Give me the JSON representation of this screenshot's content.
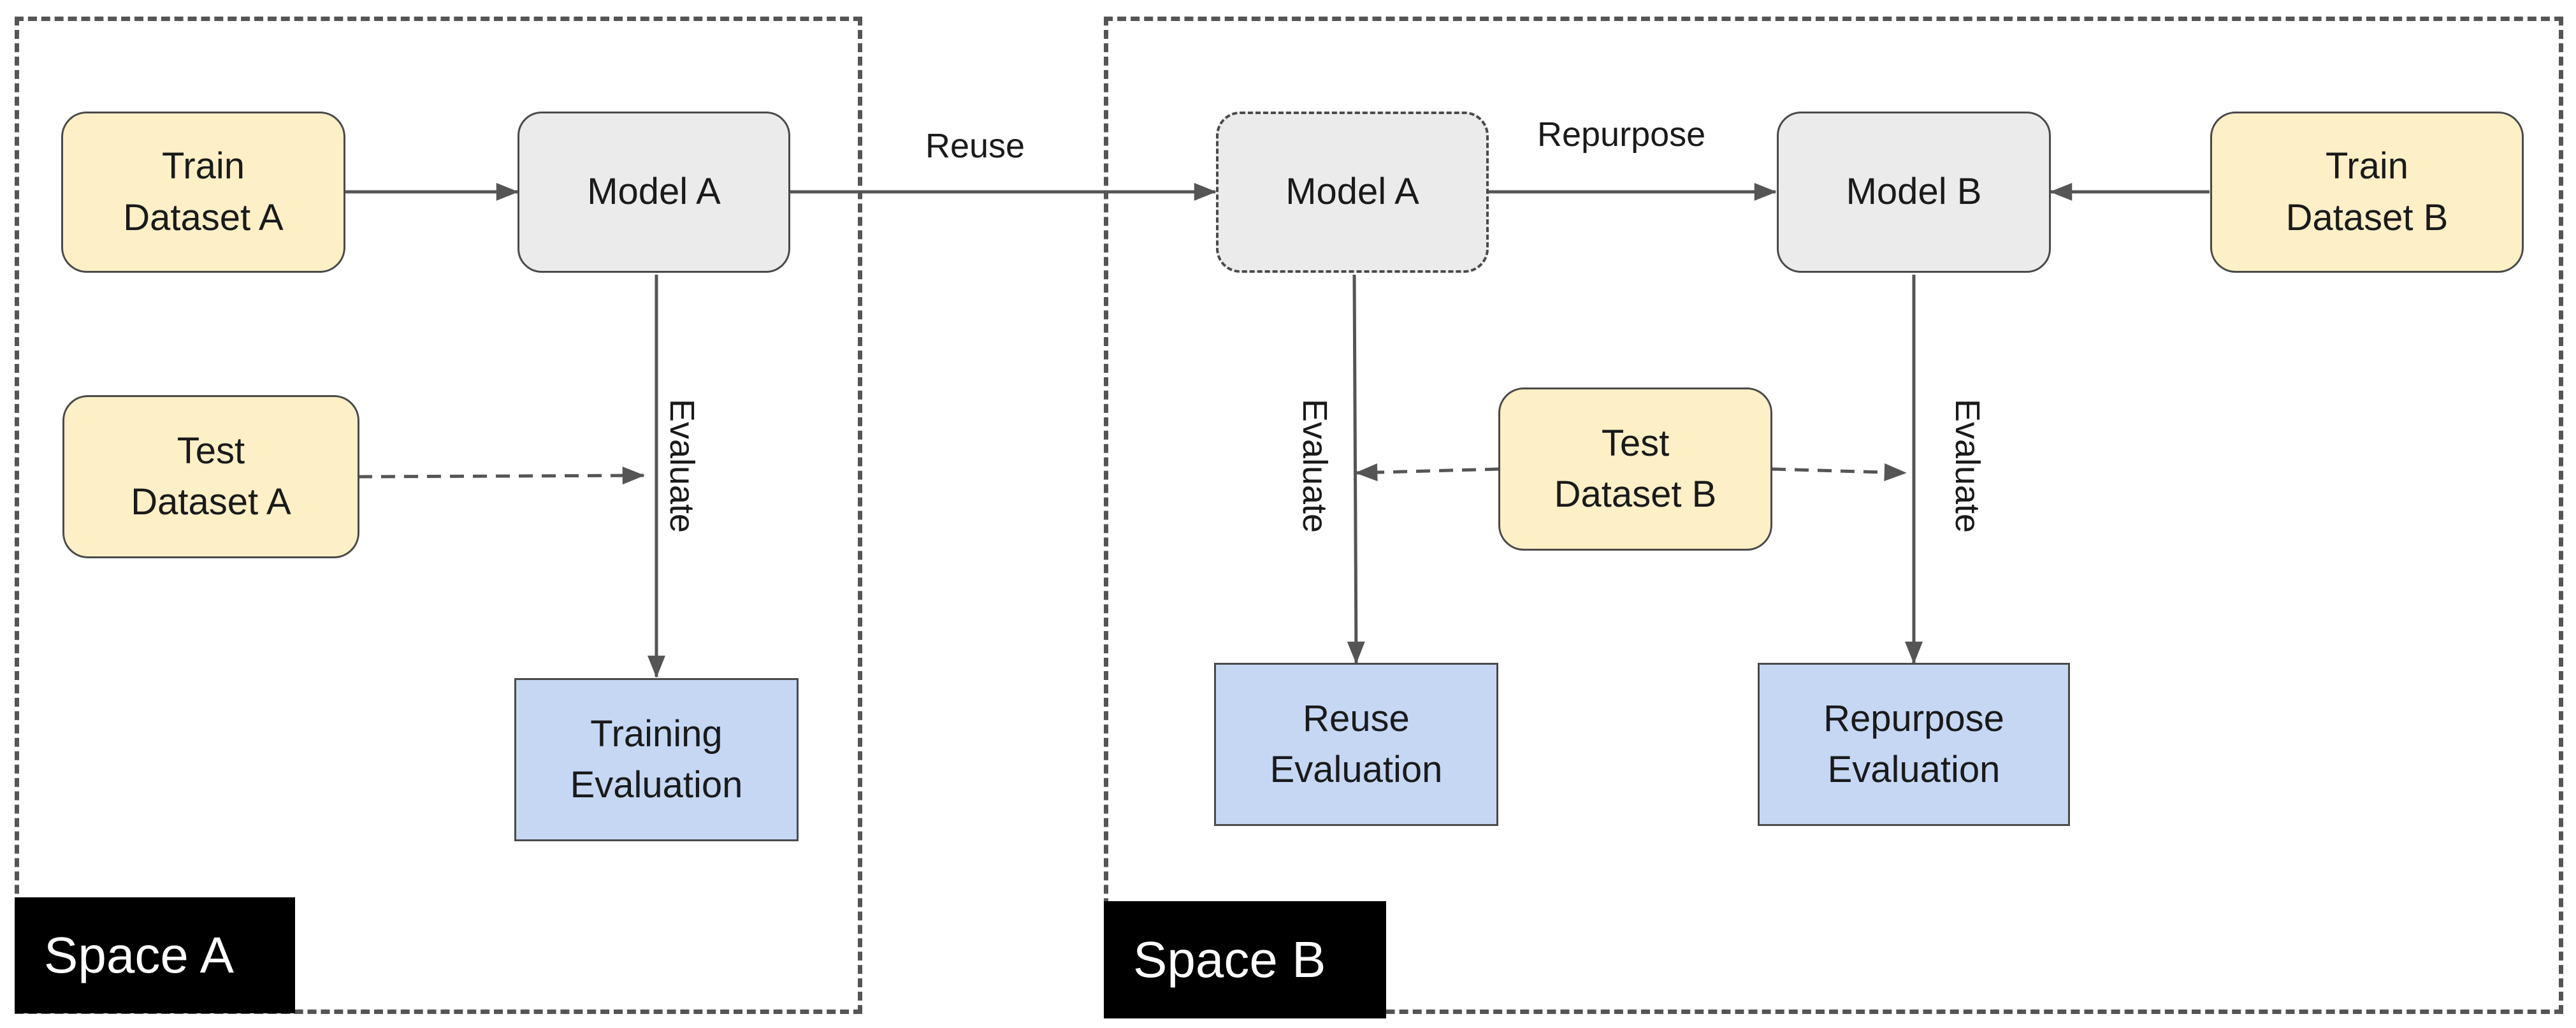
{
  "spaces": {
    "a": {
      "label": "Space A"
    },
    "b": {
      "label": "Space B"
    }
  },
  "nodes": {
    "train_a": "Train\nDataset A",
    "model_a": "Model A",
    "test_a": "Test\nDataset A",
    "training_eval": "Training\nEvaluation",
    "model_a_reused": "Model A",
    "model_b": "Model B",
    "train_b": "Train\nDataset B",
    "test_b": "Test\nDataset B",
    "reuse_eval": "Reuse\nEvaluation",
    "repurpose_eval": "Repurpose\nEvaluation"
  },
  "edge_labels": {
    "reuse": "Reuse",
    "repurpose": "Repurpose",
    "evaluate_a": "Evaluate",
    "evaluate_reuse": "Evaluate",
    "evaluate_repurpose": "Evaluate"
  },
  "colors": {
    "dataset_fill": "#fdefc6",
    "model_fill": "#ebebeb",
    "evaluation_fill": "#c5d7f3",
    "space_label_fill": "#000000",
    "line": "#555555"
  }
}
